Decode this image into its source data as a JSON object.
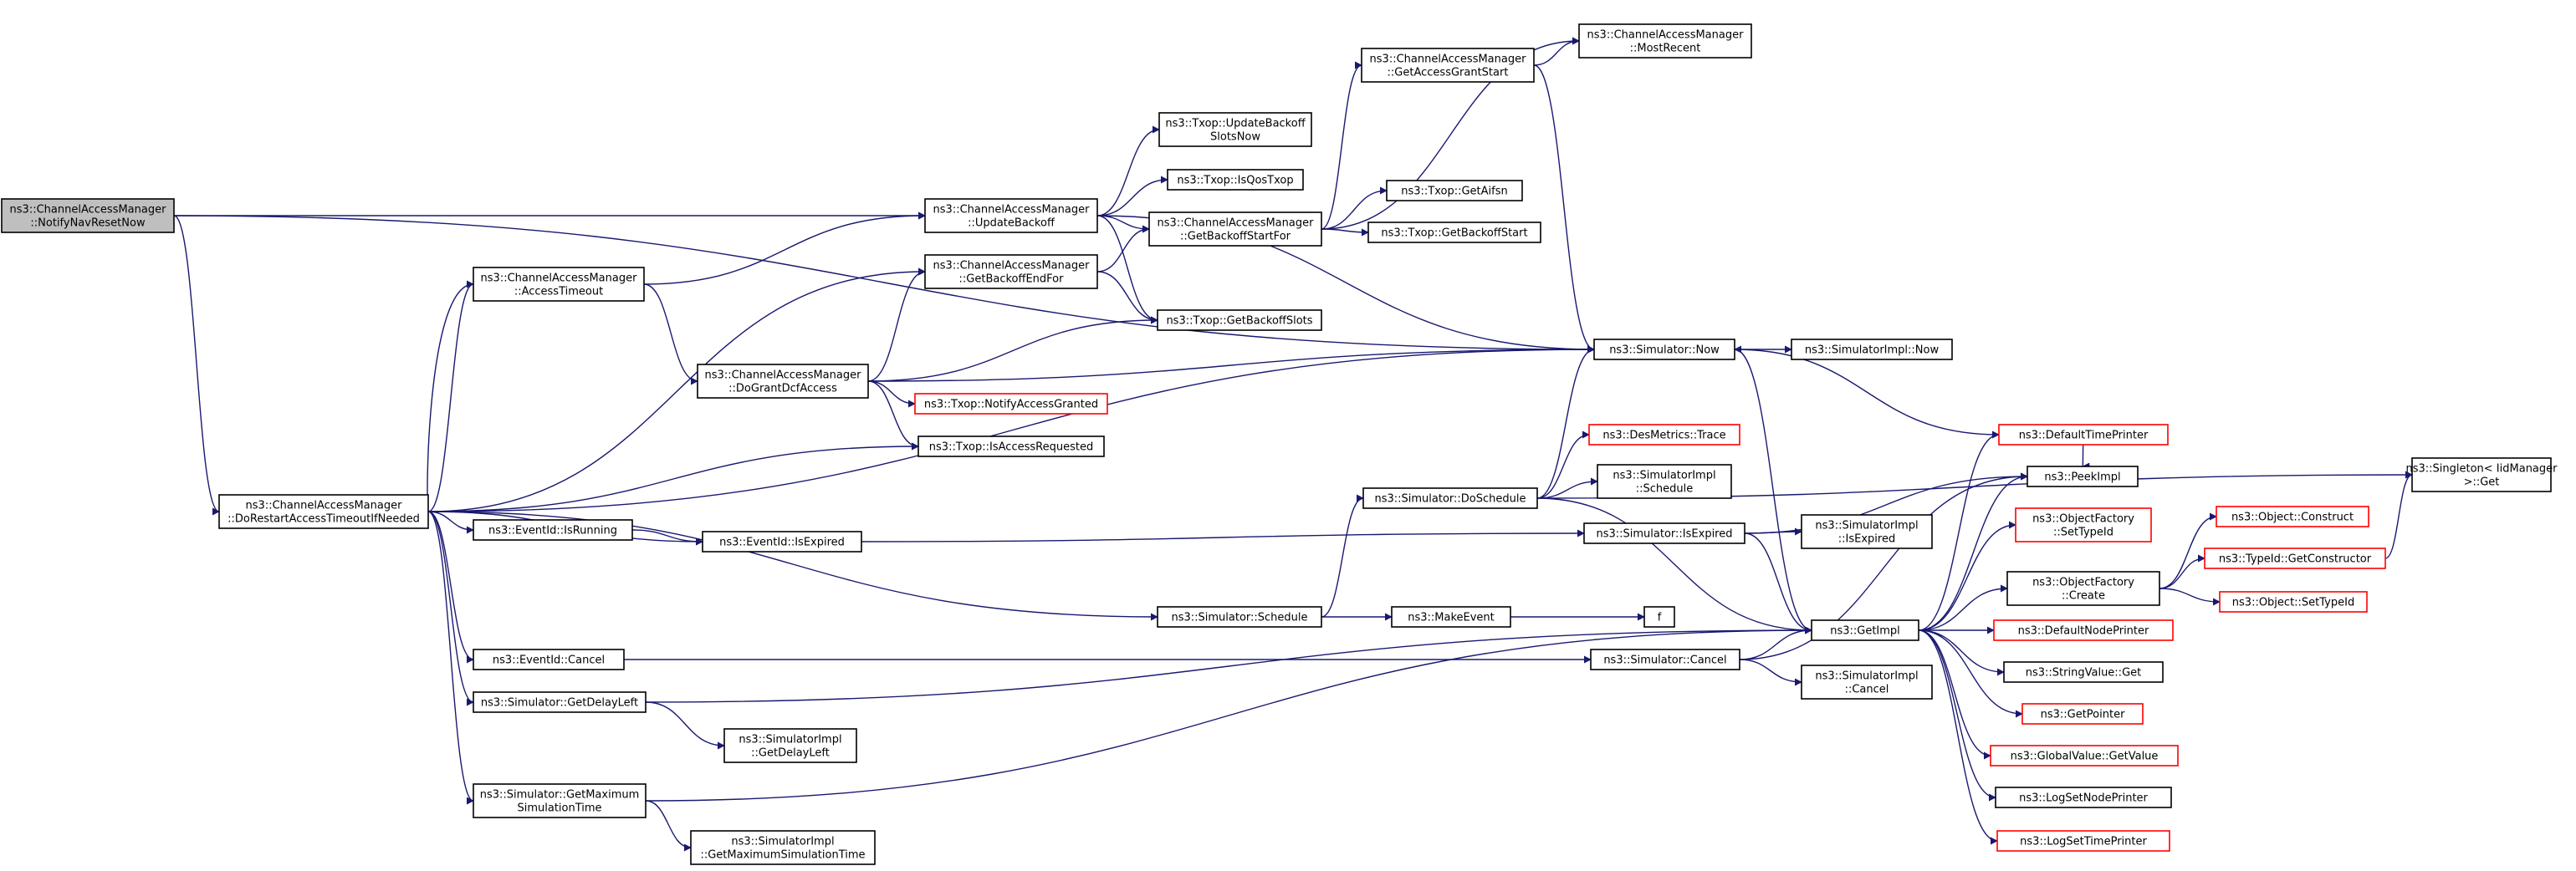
{
  "colors": {
    "edge": "#191970",
    "border_normal": "#000000",
    "border_truncated": "#ff0000",
    "root_fill": "#bfbfbf",
    "node_fill": "#ffffff"
  },
  "nodes": [
    {
      "id": "root",
      "lines": [
        "ns3::ChannelAccessManager",
        "::NotifyNavResetNow"
      ],
      "root": true,
      "truncated": false
    },
    {
      "id": "restart",
      "lines": [
        "ns3::ChannelAccessManager",
        "::DoRestartAccessTimeoutIfNeeded"
      ],
      "truncated": false
    },
    {
      "id": "access_timeout",
      "lines": [
        "ns3::ChannelAccessManager",
        "::AccessTimeout"
      ],
      "truncated": false
    },
    {
      "id": "update_backoff",
      "lines": [
        "ns3::ChannelAccessManager",
        "::UpdateBackoff"
      ],
      "truncated": false
    },
    {
      "id": "get_backoff_end",
      "lines": [
        "ns3::ChannelAccessManager",
        "::GetBackoffEndFor"
      ],
      "truncated": false
    },
    {
      "id": "do_grant",
      "lines": [
        "ns3::ChannelAccessManager",
        "::DoGrantDcfAccess"
      ],
      "truncated": false
    },
    {
      "id": "txop_update_slots",
      "lines": [
        "ns3::Txop::UpdateBackoff",
        "SlotsNow"
      ],
      "truncated": false
    },
    {
      "id": "txop_isqos",
      "lines": [
        "ns3::Txop::IsQosTxop"
      ],
      "truncated": false
    },
    {
      "id": "get_backoff_start_for",
      "lines": [
        "ns3::ChannelAccessManager",
        "::GetBackoffStartFor"
      ],
      "truncated": false
    },
    {
      "id": "txop_get_slots",
      "lines": [
        "ns3::Txop::GetBackoffSlots"
      ],
      "truncated": false
    },
    {
      "id": "txop_notify",
      "lines": [
        "ns3::Txop::NotifyAccessGranted"
      ],
      "truncated": true
    },
    {
      "id": "txop_isrequested",
      "lines": [
        "ns3::Txop::IsAccessRequested"
      ],
      "truncated": false
    },
    {
      "id": "grant_start",
      "lines": [
        "ns3::ChannelAccessManager",
        "::GetAccessGrantStart"
      ],
      "truncated": false
    },
    {
      "id": "most_recent",
      "lines": [
        "ns3::ChannelAccessManager",
        "::MostRecent"
      ],
      "truncated": false
    },
    {
      "id": "txop_aifsn",
      "lines": [
        "ns3::Txop::GetAifsn"
      ],
      "truncated": false
    },
    {
      "id": "txop_backoff_start",
      "lines": [
        "ns3::Txop::GetBackoffStart"
      ],
      "truncated": false
    },
    {
      "id": "sim_now",
      "lines": [
        "ns3::Simulator::Now"
      ],
      "truncated": false
    },
    {
      "id": "simimpl_now",
      "lines": [
        "ns3::SimulatorImpl::Now"
      ],
      "truncated": false
    },
    {
      "id": "des_trace",
      "lines": [
        "ns3::DesMetrics::Trace"
      ],
      "truncated": true
    },
    {
      "id": "simimpl_schedule",
      "lines": [
        "ns3::SimulatorImpl",
        "::Schedule"
      ],
      "truncated": false
    },
    {
      "id": "do_schedule",
      "lines": [
        "ns3::Simulator::DoSchedule"
      ],
      "truncated": false
    },
    {
      "id": "eventid_running",
      "lines": [
        "ns3::EventId::IsRunning"
      ],
      "truncated": false
    },
    {
      "id": "eventid_expired",
      "lines": [
        "ns3::EventId::IsExpired"
      ],
      "truncated": false
    },
    {
      "id": "sim_isexpired",
      "lines": [
        "ns3::Simulator::IsExpired"
      ],
      "truncated": false
    },
    {
      "id": "simimpl_isexpired",
      "lines": [
        "ns3::SimulatorImpl",
        "::IsExpired"
      ],
      "truncated": false
    },
    {
      "id": "sim_schedule",
      "lines": [
        "ns3::Simulator::Schedule"
      ],
      "truncated": false
    },
    {
      "id": "make_event",
      "lines": [
        "ns3::MakeEvent"
      ],
      "truncated": false
    },
    {
      "id": "f",
      "lines": [
        "f"
      ],
      "truncated": false
    },
    {
      "id": "eventid_cancel",
      "lines": [
        "ns3::EventId::Cancel"
      ],
      "truncated": false
    },
    {
      "id": "sim_cancel",
      "lines": [
        "ns3::Simulator::Cancel"
      ],
      "truncated": false
    },
    {
      "id": "get_impl",
      "lines": [
        "ns3::GetImpl"
      ],
      "truncated": false
    },
    {
      "id": "simimpl_cancel",
      "lines": [
        "ns3::SimulatorImpl",
        "::Cancel"
      ],
      "truncated": false
    },
    {
      "id": "sim_delayleft",
      "lines": [
        "ns3::Simulator::GetDelayLeft"
      ],
      "truncated": false
    },
    {
      "id": "simimpl_delayleft",
      "lines": [
        "ns3::SimulatorImpl",
        "::GetDelayLeft"
      ],
      "truncated": false
    },
    {
      "id": "sim_maxtime",
      "lines": [
        "ns3::Simulator::GetMaximum",
        "SimulationTime"
      ],
      "truncated": false
    },
    {
      "id": "simimpl_maxtime",
      "lines": [
        "ns3::SimulatorImpl",
        "::GetMaximumSimulationTime"
      ],
      "truncated": false
    },
    {
      "id": "default_time_printer",
      "lines": [
        "ns3::DefaultTimePrinter"
      ],
      "truncated": true
    },
    {
      "id": "peek_impl",
      "lines": [
        "ns3::PeekImpl"
      ],
      "truncated": false
    },
    {
      "id": "of_settypeid",
      "lines": [
        "ns3::ObjectFactory",
        "::SetTypeId"
      ],
      "truncated": true
    },
    {
      "id": "of_create",
      "lines": [
        "ns3::ObjectFactory",
        "::Create"
      ],
      "truncated": false
    },
    {
      "id": "default_node_printer",
      "lines": [
        "ns3::DefaultNodePrinter"
      ],
      "truncated": true
    },
    {
      "id": "stringvalue_get",
      "lines": [
        "ns3::StringValue::Get"
      ],
      "truncated": false
    },
    {
      "id": "get_pointer",
      "lines": [
        "ns3::GetPointer"
      ],
      "truncated": true
    },
    {
      "id": "globalvalue_get",
      "lines": [
        "ns3::GlobalValue::GetValue"
      ],
      "truncated": true
    },
    {
      "id": "log_node_printer",
      "lines": [
        "ns3::LogSetNodePrinter"
      ],
      "truncated": false
    },
    {
      "id": "log_time_printer",
      "lines": [
        "ns3::LogSetTimePrinter"
      ],
      "truncated": true
    },
    {
      "id": "object_construct",
      "lines": [
        "ns3::Object::Construct"
      ],
      "truncated": true
    },
    {
      "id": "typeid_getconstructor",
      "lines": [
        "ns3::TypeId::GetConstructor"
      ],
      "truncated": true
    },
    {
      "id": "object_settypeid",
      "lines": [
        "ns3::Object::SetTypeId"
      ],
      "truncated": true
    },
    {
      "id": "singleton_get",
      "lines": [
        "ns3::Singleton< IidManager",
        " >::Get"
      ],
      "truncated": false
    }
  ],
  "edges": [
    [
      "root",
      "update_backoff"
    ],
    [
      "root",
      "sim_now"
    ],
    [
      "root",
      "restart"
    ],
    [
      "restart",
      "access_timeout"
    ],
    [
      "access_timeout",
      "restart"
    ],
    [
      "restart",
      "get_backoff_end"
    ],
    [
      "restart",
      "txop_isrequested"
    ],
    [
      "restart",
      "sim_now"
    ],
    [
      "restart",
      "eventid_running"
    ],
    [
      "restart",
      "eventid_expired"
    ],
    [
      "restart",
      "sim_schedule"
    ],
    [
      "restart",
      "eventid_cancel"
    ],
    [
      "restart",
      "sim_delayleft"
    ],
    [
      "restart",
      "sim_maxtime"
    ],
    [
      "access_timeout",
      "update_backoff"
    ],
    [
      "access_timeout",
      "do_grant"
    ],
    [
      "update_backoff",
      "txop_update_slots"
    ],
    [
      "update_backoff",
      "txop_isqos"
    ],
    [
      "update_backoff",
      "get_backoff_start_for"
    ],
    [
      "update_backoff",
      "txop_get_slots"
    ],
    [
      "update_backoff",
      "sim_now"
    ],
    [
      "do_grant",
      "get_backoff_end"
    ],
    [
      "do_grant",
      "txop_get_slots"
    ],
    [
      "do_grant",
      "sim_now"
    ],
    [
      "do_grant",
      "txop_notify"
    ],
    [
      "do_grant",
      "txop_isrequested"
    ],
    [
      "get_backoff_end",
      "get_backoff_start_for"
    ],
    [
      "get_backoff_end",
      "txop_get_slots"
    ],
    [
      "get_backoff_start_for",
      "grant_start"
    ],
    [
      "get_backoff_start_for",
      "most_recent"
    ],
    [
      "get_backoff_start_for",
      "txop_aifsn"
    ],
    [
      "get_backoff_start_for",
      "txop_backoff_start"
    ],
    [
      "grant_start",
      "most_recent"
    ],
    [
      "grant_start",
      "sim_now"
    ],
    [
      "sim_now",
      "simimpl_now"
    ],
    [
      "sim_now",
      "get_impl"
    ],
    [
      "do_schedule",
      "sim_now"
    ],
    [
      "do_schedule",
      "singleton_get"
    ],
    [
      "do_schedule",
      "des_trace"
    ],
    [
      "do_schedule",
      "simimpl_schedule"
    ],
    [
      "do_schedule",
      "get_impl"
    ],
    [
      "eventid_running",
      "eventid_expired"
    ],
    [
      "eventid_expired",
      "sim_isexpired"
    ],
    [
      "sim_isexpired",
      "simimpl_isexpired"
    ],
    [
      "sim_isexpired",
      "peek_impl"
    ],
    [
      "sim_isexpired",
      "get_impl"
    ],
    [
      "sim_schedule",
      "do_schedule"
    ],
    [
      "sim_schedule",
      "make_event"
    ],
    [
      "make_event",
      "f"
    ],
    [
      "eventid_cancel",
      "sim_cancel"
    ],
    [
      "sim_cancel",
      "get_impl"
    ],
    [
      "sim_cancel",
      "simimpl_cancel"
    ],
    [
      "sim_cancel",
      "peek_impl"
    ],
    [
      "sim_delayleft",
      "get_impl"
    ],
    [
      "sim_delayleft",
      "simimpl_delayleft"
    ],
    [
      "sim_maxtime",
      "get_impl"
    ],
    [
      "sim_maxtime",
      "simimpl_maxtime"
    ],
    [
      "get_impl",
      "default_time_printer"
    ],
    [
      "get_impl",
      "peek_impl"
    ],
    [
      "get_impl",
      "of_settypeid"
    ],
    [
      "get_impl",
      "of_create"
    ],
    [
      "get_impl",
      "default_node_printer"
    ],
    [
      "get_impl",
      "stringvalue_get"
    ],
    [
      "get_impl",
      "get_pointer"
    ],
    [
      "get_impl",
      "globalvalue_get"
    ],
    [
      "get_impl",
      "log_node_printer"
    ],
    [
      "get_impl",
      "log_time_printer"
    ],
    [
      "default_time_printer",
      "sim_now"
    ],
    [
      "default_time_printer",
      "peek_impl"
    ],
    [
      "of_create",
      "object_construct"
    ],
    [
      "of_create",
      "typeid_getconstructor"
    ],
    [
      "of_create",
      "object_settypeid"
    ],
    [
      "typeid_getconstructor",
      "singleton_get"
    ]
  ]
}
